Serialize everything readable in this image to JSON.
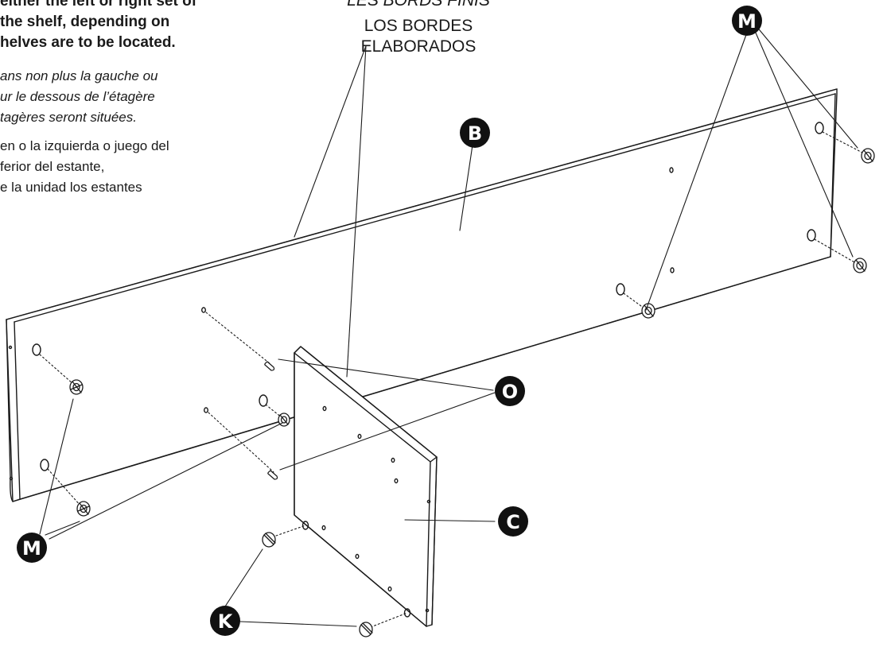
{
  "instructions": {
    "english": [
      "either the left or right set of",
      "the shelf, depending on",
      "helves are to be located."
    ],
    "french": [
      "ans non plus la gauche ou",
      "ur le dessous de l’étagère",
      "tagères seront situées."
    ],
    "spanish": [
      "en o la izquierda o juego del",
      "ferior del estante,",
      "e la unidad los estantes"
    ]
  },
  "edge_callout": {
    "french": "LES BORDS FINIS",
    "spanish_line1": "LOS BORDES",
    "spanish_line2": "ELABORADOS"
  },
  "part_labels": {
    "B": "B",
    "C": "C",
    "K": "K",
    "M_top": "M",
    "M_bottom": "M",
    "O": "O"
  },
  "colors": {
    "line": "#1a1a1a",
    "badge": "#111111",
    "paper": "#ffffff"
  }
}
